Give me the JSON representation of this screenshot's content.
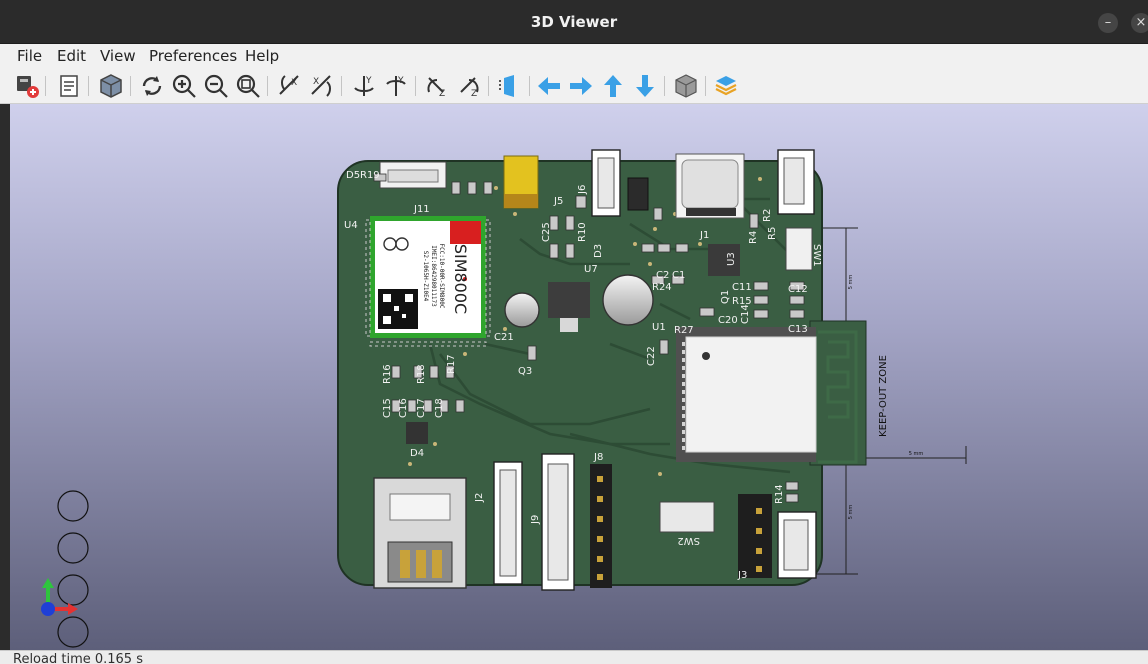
{
  "window": {
    "title": "3D Viewer",
    "minimize_glyph": "–",
    "close_glyph": "×"
  },
  "menu": {
    "items": [
      "File",
      "Edit",
      "View",
      "Preferences",
      "Help"
    ]
  },
  "toolbar": {
    "buttons": [
      "reload-board-icon",
      "export-image-icon",
      "board-properties-icon",
      "rotate-icon",
      "zoom-in-icon",
      "zoom-out-icon",
      "zoom-fit-icon",
      "rotate-x-ccw-icon",
      "rotate-x-cw-icon",
      "rotate-y-ccw-icon",
      "rotate-y-cw-icon",
      "rotate-z-ccw-icon",
      "rotate-z-cw-icon",
      "flip-view-icon",
      "pan-left-icon",
      "pan-right-icon",
      "pan-up-icon",
      "pan-down-icon",
      "toggle-orthographic-icon",
      "layers-icon"
    ]
  },
  "board": {
    "text": {
      "module": "SIM800C",
      "module_small": [
        "IMEI:864298011173",
        "FCC:10-00R-SIM800C",
        "S2-1065H-Z10E4"
      ],
      "keepout": "KEEP-OUT ZONE",
      "dim": "5 mm"
    },
    "labels": [
      "D5",
      "R19",
      "J11",
      "U4",
      "J5",
      "J6",
      "C25",
      "R10",
      "D3",
      "U7",
      "C21",
      "Q3",
      "R16",
      "R18",
      "R17",
      "C15",
      "C16",
      "C17",
      "C18",
      "D4",
      "J2",
      "J9",
      "J8",
      "SW2",
      "J1",
      "R2",
      "R4",
      "R5",
      "U3",
      "C2",
      "C1",
      "R24",
      "Q1",
      "C11",
      "C12",
      "R15",
      "C14",
      "C13",
      "C20",
      "U1",
      "R27",
      "C22",
      "R14",
      "J3",
      "SW1"
    ]
  },
  "colors": {
    "pcb": "#3a5e43",
    "pcb_border": "#1f3324",
    "module_green": "#2fa52d",
    "arrow_blue": "#3aa0e6"
  },
  "status": {
    "text": "Reload time 0.165 s"
  }
}
